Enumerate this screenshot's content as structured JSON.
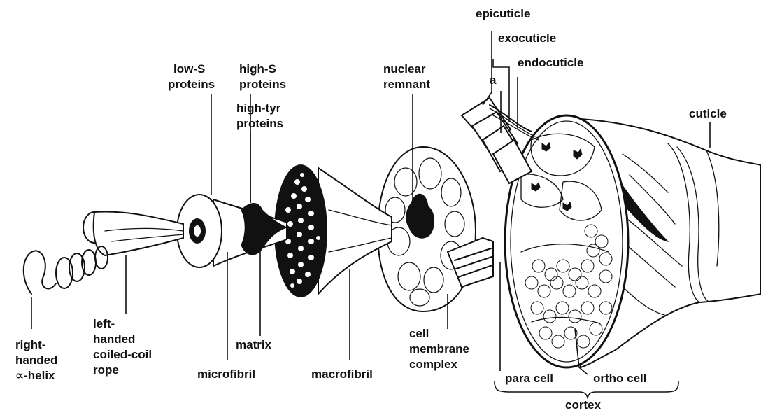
{
  "labels": {
    "epicuticle": "epicuticle",
    "exocuticle": "exocuticle",
    "endocuticle": "endocuticle",
    "a": "a",
    "cuticle": "cuticle",
    "low_s_1": "low-S",
    "low_s_2": "proteins",
    "high_s_1": "high-S",
    "high_s_2": "proteins",
    "high_tyr_1": "high-tyr",
    "high_tyr_2": "proteins",
    "nuclear_1": "nuclear",
    "nuclear_2": "remnant",
    "right_1": "right-",
    "right_2": "handed",
    "right_3": "∝-helix",
    "left_1": "left-",
    "left_2": "handed",
    "left_3": "coiled-coil",
    "left_4": "rope",
    "matrix": "matrix",
    "microfibril": "microfibril",
    "macrofibril": "macrofibril",
    "cmc_1": "cell",
    "cmc_2": "membrane",
    "cmc_3": "complex",
    "para_cell": "para cell",
    "ortho_cell": "ortho cell",
    "cortex": "cortex"
  }
}
